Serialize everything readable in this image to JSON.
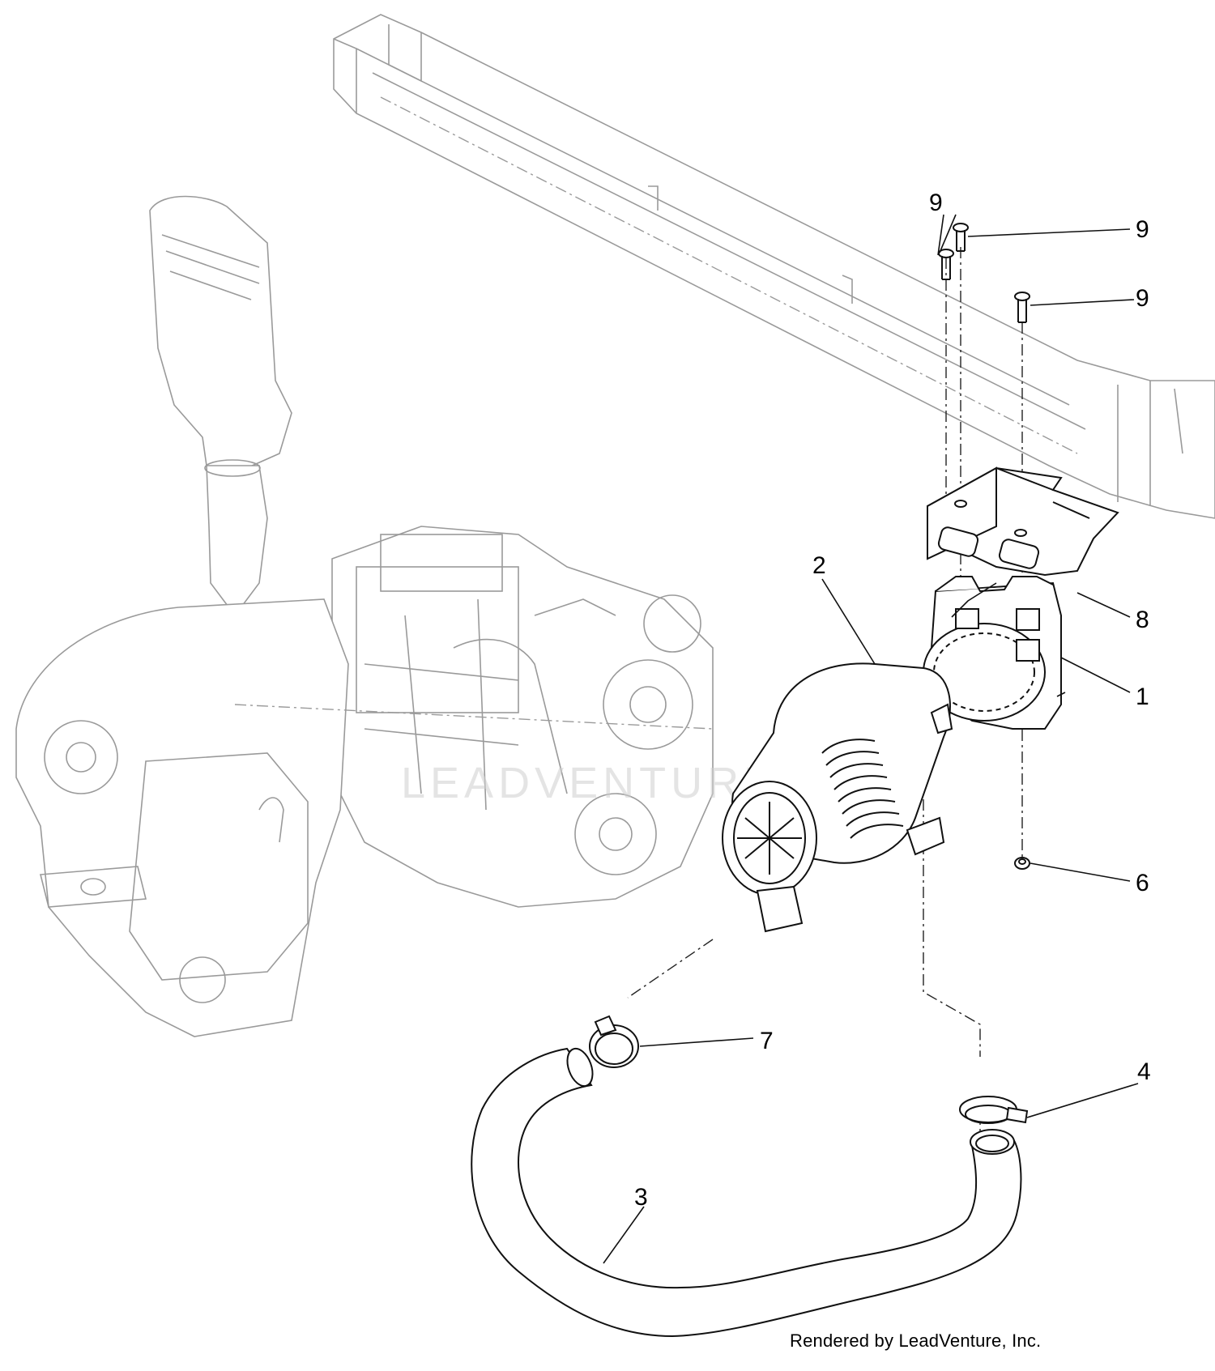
{
  "callouts": [
    {
      "id": "1",
      "label": "1"
    },
    {
      "id": "2",
      "label": "2"
    },
    {
      "id": "3",
      "label": "3"
    },
    {
      "id": "4",
      "label": "4"
    },
    {
      "id": "6",
      "label": "6"
    },
    {
      "id": "7",
      "label": "7"
    },
    {
      "id": "8",
      "label": "8"
    },
    {
      "id": "9a",
      "label": "9"
    },
    {
      "id": "9b",
      "label": "9"
    },
    {
      "id": "9c",
      "label": "9"
    }
  ],
  "watermark": "LEADVENTURE",
  "footer": "Rendered by LeadVenture, Inc."
}
